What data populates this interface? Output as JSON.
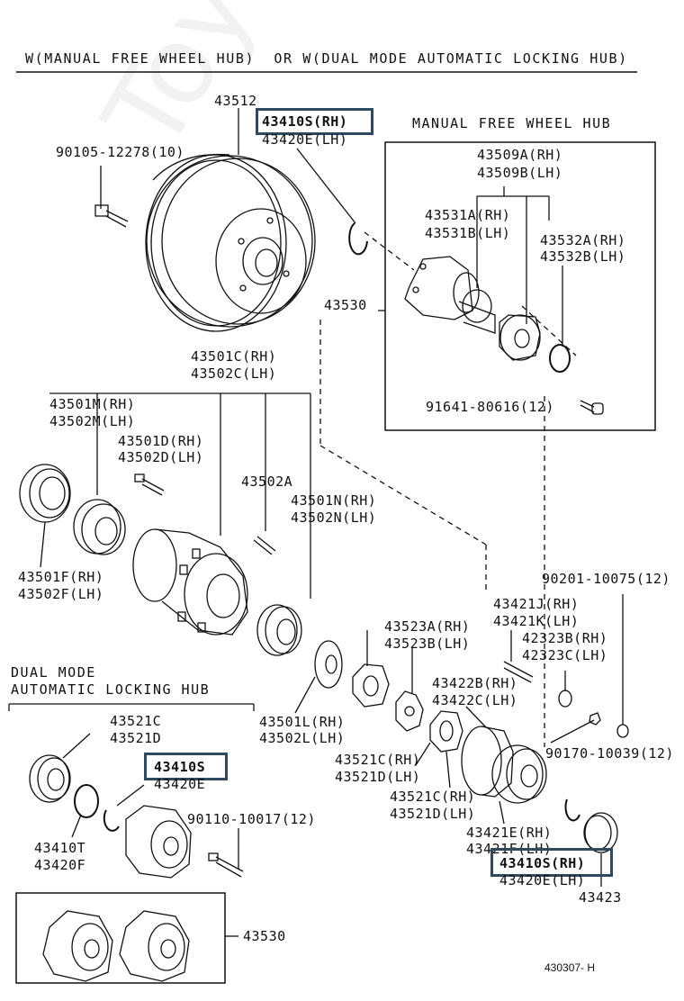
{
  "header": {
    "title": "W(MANUAL FREE WHEEL HUB)  OR W(DUAL MODE AUTOMATIC LOCKING HUB)"
  },
  "sections": {
    "manual_hub": "MANUAL FREE WHEEL HUB",
    "dual_mode_line1": "DUAL MODE",
    "dual_mode_line2": "AUTOMATIC LOCKING HUB"
  },
  "labels": {
    "p43512": "43512",
    "p43410S_RH_top": "43410S(RH)",
    "p43420E_LH_top": "43420E(LH)",
    "p90105": "90105-12278(10)",
    "p43509A": "43509A(RH)",
    "p43509B": "43509B(LH)",
    "p43531A": "43531A(RH)",
    "p43531B": "43531B(LH)",
    "p43532A": "43532A(RH)",
    "p43532B": "43532B(LH)",
    "p43530_top": "43530",
    "p91641": "91641-80616(12)",
    "p43501C": "43501C(RH)",
    "p43502C": "43502C(LH)",
    "p43501M": "43501M(RH)",
    "p43502M": "43502M(LH)",
    "p43501D": "43501D(RH)",
    "p43502D": "43502D(LH)",
    "p43502A": "43502A",
    "p43501N": "43501N(RH)",
    "p43502N": "43502N(LH)",
    "p43501F": "43501F(RH)",
    "p43502F": "43502F(LH)",
    "p90201": "90201-10075(12)",
    "p43421J": "43421J(RH)",
    "p43421K": "43421K(LH)",
    "p42323B": "42323B(RH)",
    "p42323C": "42323C(LH)",
    "p43523A": "43523A(RH)",
    "p43523B": "43523B(LH)",
    "p43422B": "43422B(RH)",
    "p43422C": "43422C(LH)",
    "p43501L": "43501L(RH)",
    "p43502L": "43502L(LH)",
    "p43521C_left": "43521C",
    "p43521D_left": "43521D",
    "p43410S_mid": "43410S",
    "p43420E_mid": "43420E",
    "p43521C_RH_a": "43521C(RH)",
    "p43521D_LH_a": "43521D(LH)",
    "p43521C_RH_b": "43521C(RH)",
    "p43521D_LH_b": "43521D(LH)",
    "p90170": "90170-10039(12)",
    "p90110": "90110-10017(12)",
    "p43410T": "43410T",
    "p43420F": "43420F",
    "p43421E": "43421E(RH)",
    "p43421F": "43421F(LH)",
    "p43410S_RH_bottom": "43410S(RH)",
    "p43420E_LH_bottom": "43420E(LH)",
    "p43423": "43423",
    "p43530_bottom": "43530"
  },
  "footer": {
    "ref": "430307- H"
  },
  "watermark": "ToyotaCarMine.ru"
}
